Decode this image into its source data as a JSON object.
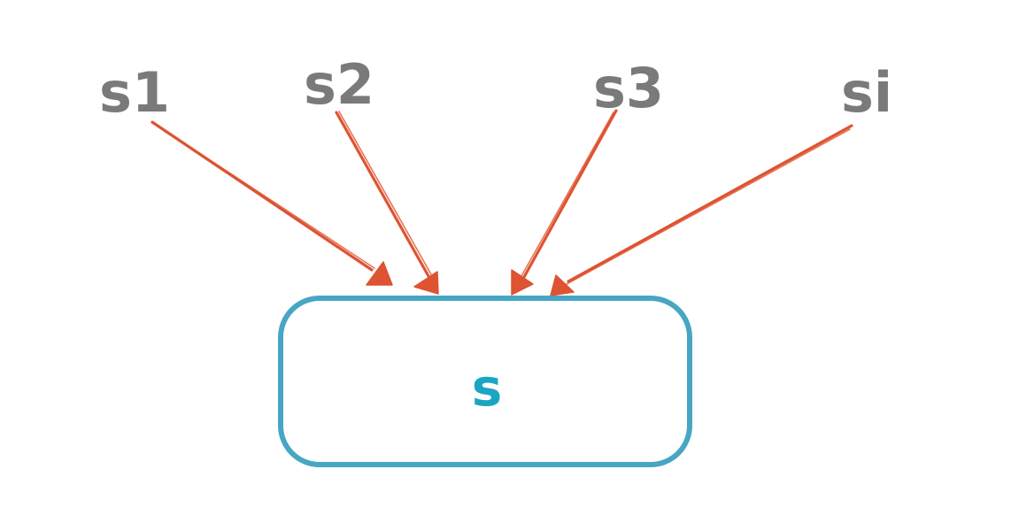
{
  "sources": [
    {
      "id": "s1",
      "label": "s1"
    },
    {
      "id": "s2",
      "label": "s2"
    },
    {
      "id": "s3",
      "label": "s3"
    },
    {
      "id": "si",
      "label": "si"
    }
  ],
  "target": {
    "label": "s"
  },
  "edges": [
    {
      "from": "s1",
      "to": "s"
    },
    {
      "from": "s2",
      "to": "s"
    },
    {
      "from": "s3",
      "to": "s"
    },
    {
      "from": "si",
      "to": "s"
    }
  ],
  "colors": {
    "source_text": "#7a7a7a",
    "target_text": "#1aa5c4",
    "target_border": "#47a6c3",
    "arrow": "#de5331",
    "background": "#ffffff"
  }
}
